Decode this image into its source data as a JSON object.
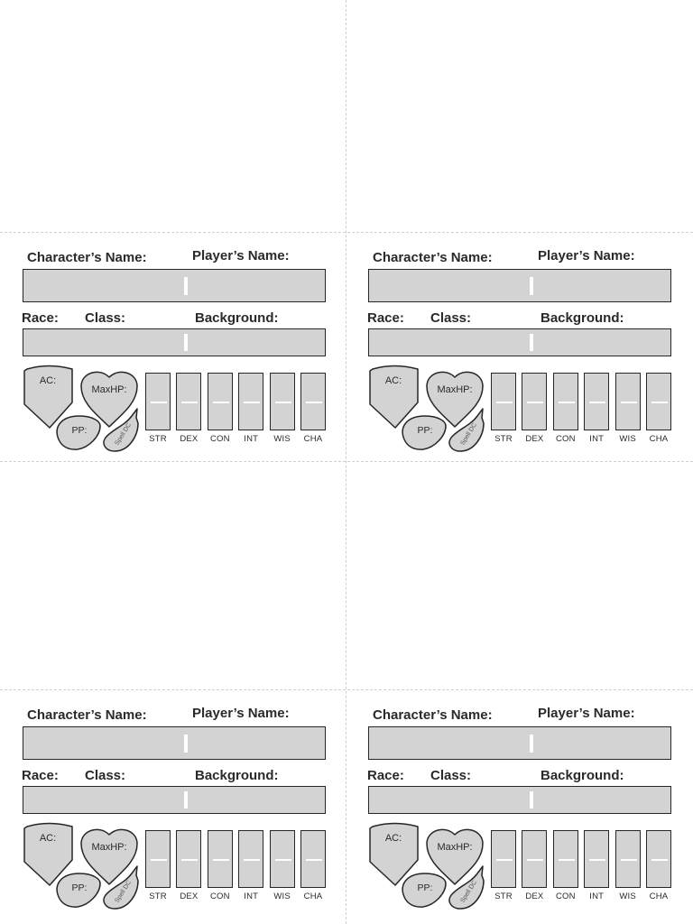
{
  "card": {
    "character_name_label": "Character’s Name:",
    "player_name_label": "Player’s Name:",
    "race_label": "Race:",
    "class_label": "Class:",
    "background_label": "Background:",
    "ac_label": "AC:",
    "maxhp_label": "MaxHP:",
    "pp_label": "PP:",
    "spell_dc_label": "Spell DC",
    "abilities": [
      "STR",
      "DEX",
      "CON",
      "INT",
      "WIS",
      "CHA"
    ]
  },
  "colors": {
    "field_fill": "#d3d3d3",
    "outline": "#262626",
    "guide_line": "#cfcfcf"
  }
}
